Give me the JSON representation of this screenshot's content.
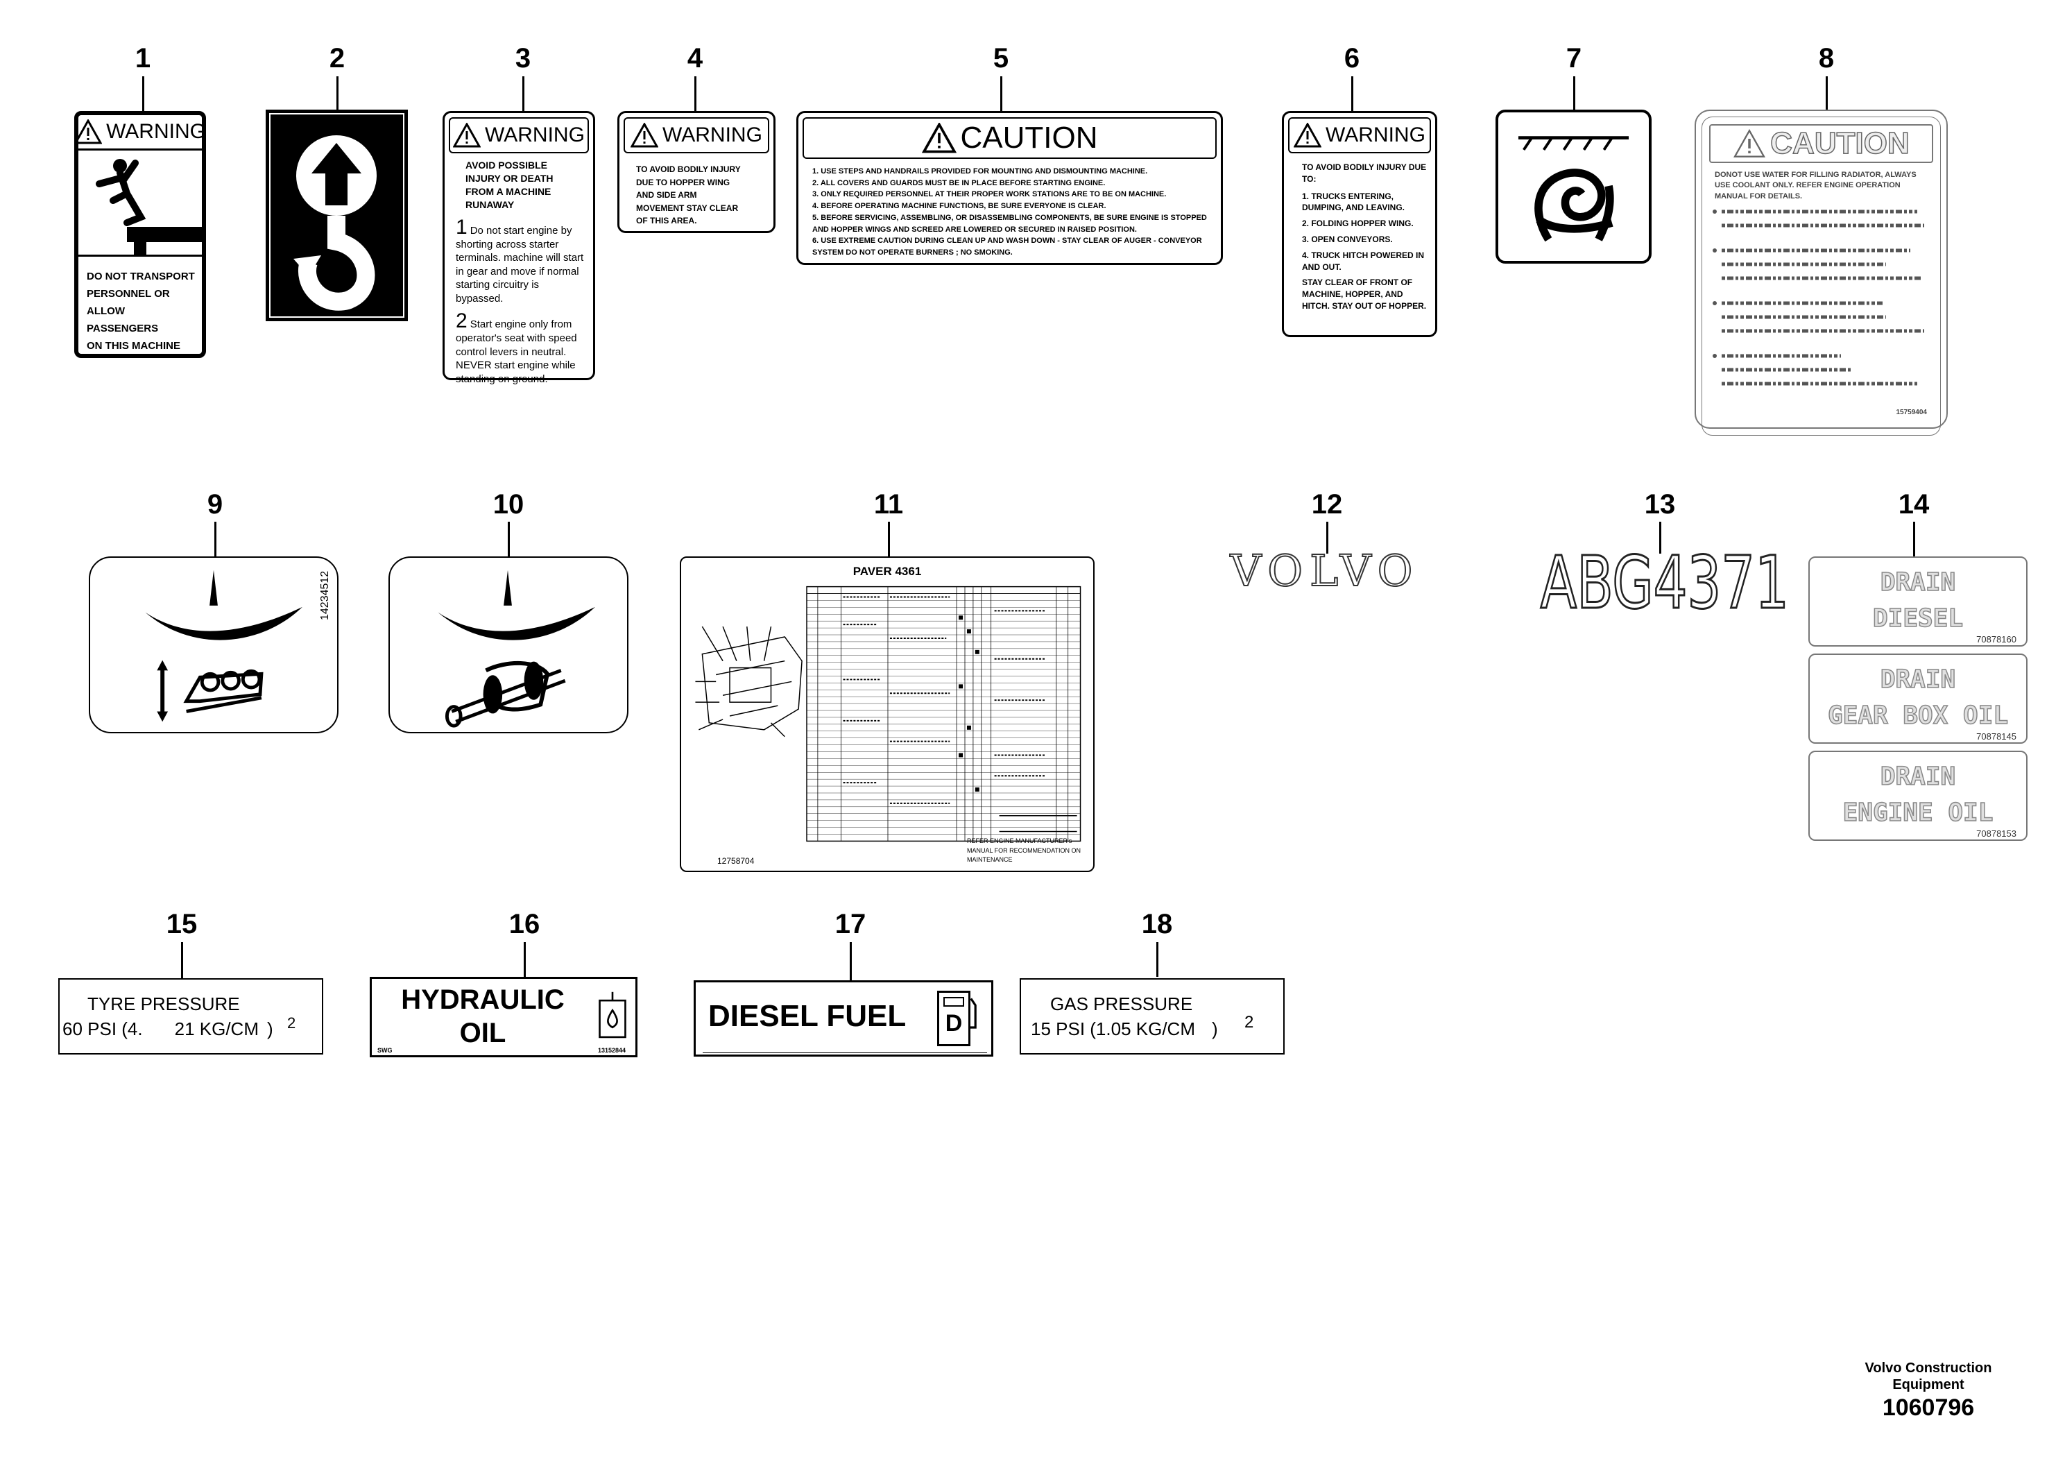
{
  "labels": {
    "n1": "1",
    "n2": "2",
    "n3": "3",
    "n4": "4",
    "n5": "5",
    "n6": "6",
    "n7": "7",
    "n8": "8",
    "n9": "9",
    "n10": "10",
    "n11": "11",
    "n12": "12",
    "n13": "13",
    "n14": "14",
    "n15": "15",
    "n16": "16",
    "n17": "17",
    "n18": "18"
  },
  "decal1": {
    "header": "WARNING",
    "lines": [
      "DO NOT TRANSPORT",
      "PERSONNEL OR",
      "ALLOW PASSENGERS",
      "ON THIS MACHINE"
    ]
  },
  "decal3": {
    "header": "WARNING",
    "intro": "AVOID POSSIBLE INJURY OR DEATH FROM A MACHINE RUNAWAY",
    "item1_num": "1",
    "item1_text": "Do not start engine by shorting across starter terminals. machine will start in gear and move if normal starting circuitry is bypassed.",
    "item2_num": "2",
    "item2_text": "Start engine only from operator's seat with speed control levers in neutral. NEVER start engine while standing on ground."
  },
  "decal4": {
    "header": "WARNING",
    "text": "TO AVOID BODILY INJURY DUE TO HOPPER WING AND SIDE ARM MOVEMENT STAY CLEAR OF THIS AREA."
  },
  "decal5": {
    "header": "CAUTION",
    "items": [
      "1. USE STEPS AND HANDRAILS PROVIDED FOR MOUNTING AND DISMOUNTING MACHINE.",
      "2. ALL COVERS AND GUARDS MUST BE IN PLACE BEFORE STARTING ENGINE.",
      "3. ONLY REQUIRED PERSONNEL AT THEIR PROPER WORK STATIONS ARE TO BE ON MACHINE.",
      "4. BEFORE OPERATING MACHINE FUNCTIONS, BE SURE EVERYONE IS CLEAR.",
      "5. BEFORE SERVICING, ASSEMBLING, OR DISASSEMBLING COMPONENTS, BE SURE ENGINE IS STOPPED AND HOPPER WINGS AND SCREED ARE LOWERED OR SECURED IN RAISED POSITION.",
      "6. USE EXTREME CAUTION DURING CLEAN UP AND WASH DOWN - STAY CLEAR OF AUGER - CONVEYOR SYSTEM DO NOT OPERATE BURNERS ; NO SMOKING."
    ]
  },
  "decal6": {
    "header": "WARNING",
    "intro": "TO AVOID BODILY INJURY DUE TO:",
    "items": [
      "1. TRUCKS ENTERING, DUMPING, AND LEAVING.",
      "2. FOLDING HOPPER WING.",
      "3. OPEN CONVEYORS.",
      "4. TRUCK HITCH POWERED IN AND OUT."
    ],
    "outro": "STAY CLEAR OF FRONT OF MACHINE, HOPPER, AND HITCH. STAY OUT OF HOPPER."
  },
  "decal8": {
    "header": "CAUTION",
    "english": "DONOT USE WATER FOR FILLING RADIATOR, ALWAYS USE COOLANT ONLY. REFER ENGINE OPERATION MANUAL FOR DETAILS.",
    "code": "15759404"
  },
  "decal9": {
    "code": "14234512"
  },
  "decal11": {
    "title": "PAVER 4361",
    "code": "12758704",
    "note": "REFER ENGINE MANUFACTURER's MANUAL FOR RECOMMENDATION ON MAINTENANCE"
  },
  "decal12": {
    "text": "VOLVO"
  },
  "decal13": {
    "text": "ABG4371"
  },
  "decal14": {
    "a_line1": "DRAIN",
    "a_line2": "DIESEL",
    "a_code": "70878160",
    "b_line1": "DRAIN",
    "b_line2": "GEAR BOX OIL",
    "b_code": "70878145",
    "c_line1": "DRAIN",
    "c_line2": "ENGINE OIL",
    "c_code": "70878153"
  },
  "decal15": {
    "line1": "TYRE PRESSURE",
    "line2": "60 PSI (4.",
    "line2b": "21 KG/CM",
    "line2c": ")",
    "sup": "2"
  },
  "decal16": {
    "line1": "HYDRAULIC",
    "line2": "OIL",
    "left_code": "SWG",
    "right_code": "13152844"
  },
  "decal17": {
    "text": "DIESEL FUEL",
    "icon_letter": "D"
  },
  "decal18": {
    "line1": "GAS PRESSURE",
    "line2": "15 PSI (1.05 KG/CM",
    "line2c": ")",
    "sup": "2"
  },
  "footer": {
    "company": "Volvo Construction",
    "company2": "Equipment",
    "doc_number": "1060796"
  }
}
